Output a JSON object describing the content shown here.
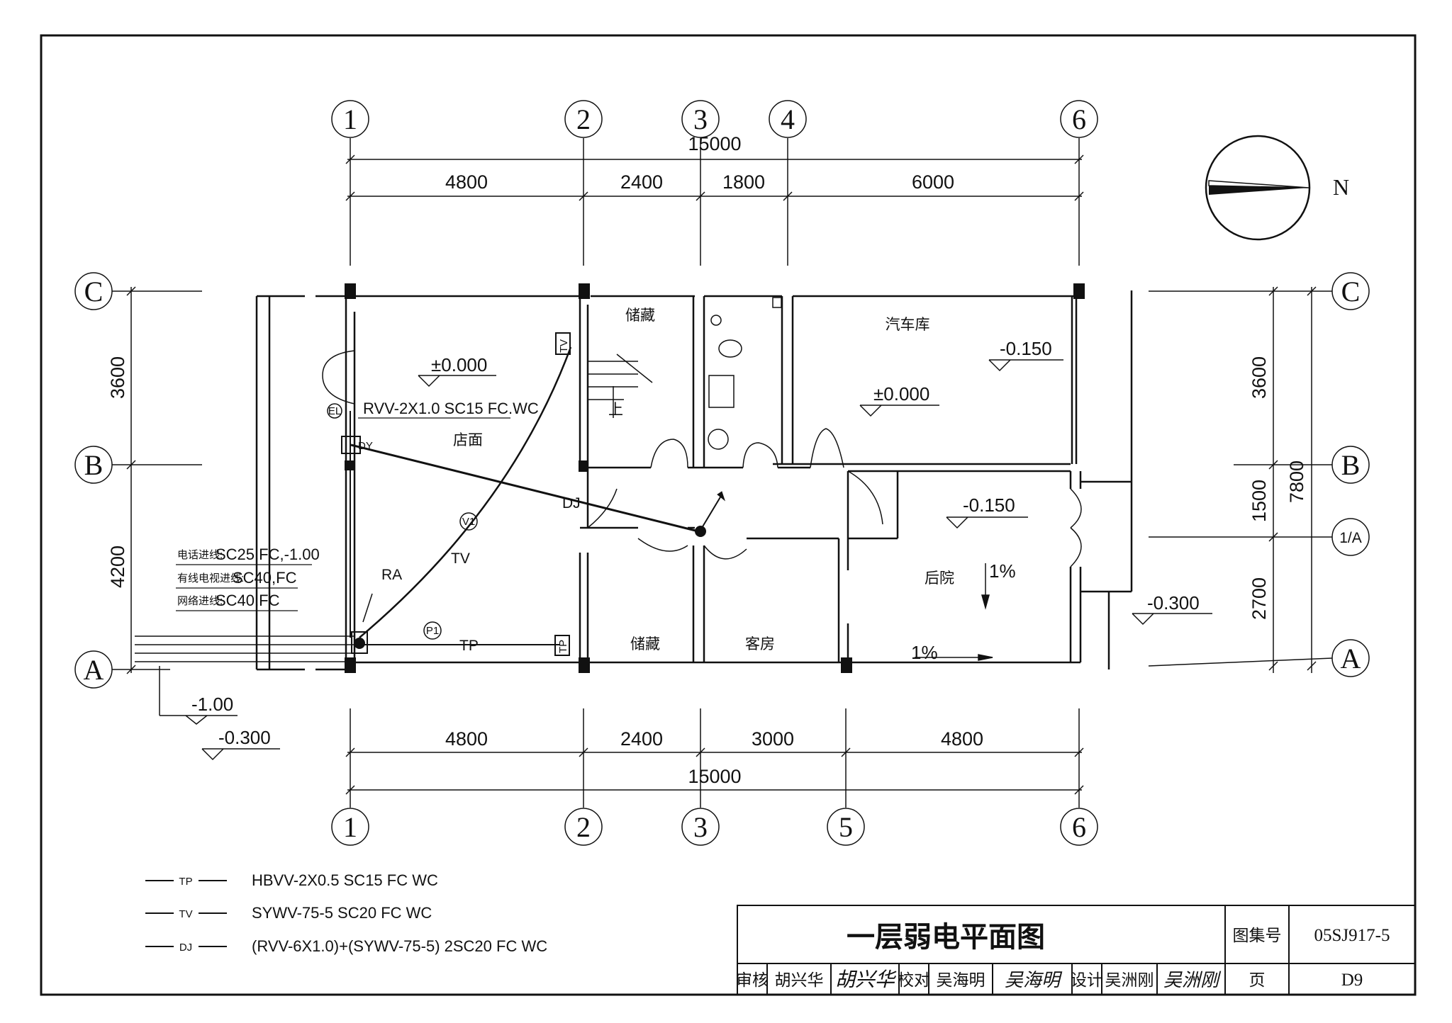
{
  "drawing": {
    "title": "一层弱电平面图",
    "north_label": "N"
  },
  "grid_axes": {
    "top": [
      "1",
      "2",
      "3",
      "4",
      "6"
    ],
    "bottom": [
      "1",
      "2",
      "3",
      "5",
      "6"
    ],
    "left": [
      "C",
      "B",
      "A"
    ],
    "right": [
      "C",
      "B",
      "1/A",
      "A"
    ]
  },
  "dimensions": {
    "top_total": "15000",
    "top_segments": [
      "4800",
      "2400",
      "1800",
      "6000"
    ],
    "bottom_total": "15000",
    "bottom_segments": [
      "4800",
      "2400",
      "3000",
      "4800"
    ],
    "left": [
      "3600",
      "4200"
    ],
    "right": [
      "3600",
      "1500",
      "2700"
    ],
    "right_total": "7800"
  },
  "rooms": {
    "storage_top": "储藏",
    "garage": "汽车库",
    "shop": "店面",
    "backyard": "后院",
    "storage_bottom": "储藏",
    "guest_room": "客房"
  },
  "levels": {
    "shop": "±0.000",
    "garage": "±0.000",
    "garage_right": "-0.150",
    "backyard": "-0.150",
    "outside_right": "-0.300",
    "outside_left": "-0.300",
    "entry": "-1.00"
  },
  "slopes": {
    "backyard_down": "1%",
    "backyard_bottom": "1%"
  },
  "annotations": {
    "rvv_line": "RVV-2X1.0 SC15 FC.WC",
    "phone_entry_label": "电话进线:",
    "phone_entry_spec": "SC25,FC,-1.00",
    "catv_entry_label": "有线电视进线:",
    "catv_entry_spec": "SC40,FC",
    "net_entry_label": "网络进线:",
    "net_entry_spec": "SC40,FC",
    "ra": "RA",
    "dj": "DJ",
    "tv": "TV",
    "tp": "TP",
    "v1": "V1",
    "p1": "P1",
    "tv_outlet": "TV",
    "tp_outlet": "TP",
    "el": "EL",
    "dy": "DY",
    "stair_up": "上"
  },
  "legend": [
    {
      "code": "TP",
      "spec": "HBVV-2X0.5 SC15 FC WC"
    },
    {
      "code": "TV",
      "spec": "SYWV-75-5 SC20 FC WC"
    },
    {
      "code": "DJ",
      "spec": "(RVV-6X1.0)+(SYWV-75-5) 2SC20 FC WC"
    }
  ],
  "title_block": {
    "atlas_label": "图集号",
    "atlas_no": "05SJ917-5",
    "review_label": "审核",
    "reviewer": "胡兴华",
    "reviewer_sign": "胡兴华",
    "check_label": "校对",
    "checker": "吴海明",
    "checker_sign": "吴海明",
    "design_label": "设计",
    "designer": "吴洲刚",
    "designer_sign": "吴洲刚",
    "page_label": "页",
    "page_no": "D9"
  }
}
